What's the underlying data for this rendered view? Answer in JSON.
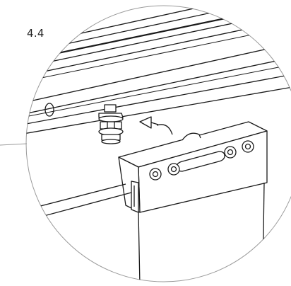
{
  "diagram": {
    "step_label": "4.4",
    "colors": {
      "line": "#1a1a1a",
      "background": "#ffffff",
      "shade": "#f2f2f2"
    },
    "parts": [
      {
        "name": "rail-profile",
        "icon": "rail"
      },
      {
        "name": "bolt-with-nut-and-washer",
        "icon": "bolt"
      },
      {
        "name": "rotation-arrow",
        "icon": "curved-arrow"
      },
      {
        "name": "bracket-plate-with-screws",
        "icon": "bracket"
      },
      {
        "name": "door-panel",
        "icon": "panel"
      }
    ]
  }
}
